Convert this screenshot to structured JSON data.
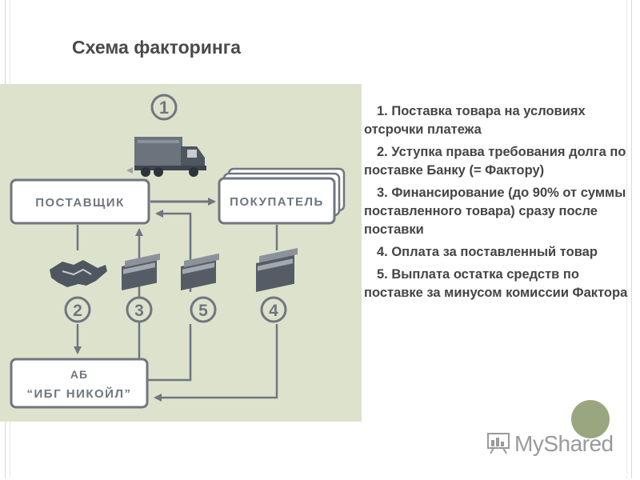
{
  "slide": {
    "title": "Схема факторинга"
  },
  "diagram": {
    "supplier_label": "ПОСТАВЩИК",
    "buyer_label": "ПОКУПАТЕЛЬ",
    "bank_label_line1": "АБ",
    "bank_label_line2": "“ИБГ НИКОЙЛ”",
    "steps": [
      "1",
      "2",
      "3",
      "5",
      "4"
    ],
    "icons": [
      "truck-icon",
      "handshake-icon",
      "money-stack-icon",
      "money-stack-icon",
      "money-stack-icon"
    ],
    "colors": {
      "background": "#dde2cc",
      "stroke": "#6f7680",
      "box_fill": "#ffffff"
    }
  },
  "list": {
    "items": [
      "1. Поставка товара на условиях отсрочки платежа",
      "2. Уступка права требования долга по поставке Банку (= Фактору)",
      "3. Финансирование (до 90% от суммы поставленного товара) сразу после поставки",
      "4. Оплата за поставленный товар",
      "5. Выплата остатка средств по поставке за минусом комиссии Фактора"
    ]
  },
  "brand": {
    "name": "MyShared"
  }
}
